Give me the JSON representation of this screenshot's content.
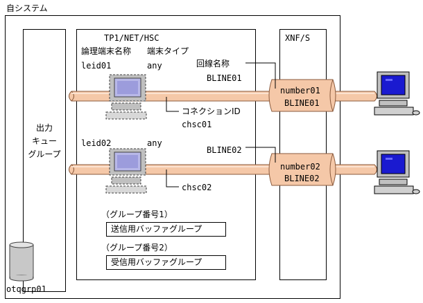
{
  "system_title": "自システム",
  "tp1_title": "TP1/NET/HSC",
  "xnf_title": "XNF/S",
  "header_logical_terminal": "論理端末名称",
  "header_terminal_type": "端末タイプ",
  "output_queue_group": "出力\nキュー\nグループ",
  "queue_name": "otqgrp01",
  "line_name_label": "回線名称",
  "connection_id_label": "コネクションID",
  "terminals": [
    {
      "name": "leid01",
      "type": "any",
      "line": "BLINE01",
      "connection": "chsc01",
      "xnf_number": "number01",
      "xnf_line": "BLINE01"
    },
    {
      "name": "leid02",
      "type": "any",
      "line": "BLINE02",
      "connection": "chsc02",
      "xnf_number": "number02",
      "xnf_line": "BLINE02"
    }
  ],
  "buffer_groups": [
    {
      "group_no": "（グループ番号1）",
      "label": "送信用バッファグループ"
    },
    {
      "group_no": "（グループ番号2）",
      "label": "受信用バッファグループ"
    }
  ],
  "colors": {
    "pipe_fill": "#f5c8a8",
    "pipe_stroke": "#8a5a3c",
    "monitor_screen": "#1a1ad0",
    "pc_gray": "#c0c0c0",
    "pc_dark": "#808080",
    "db_gray": "#c8c8c8"
  }
}
